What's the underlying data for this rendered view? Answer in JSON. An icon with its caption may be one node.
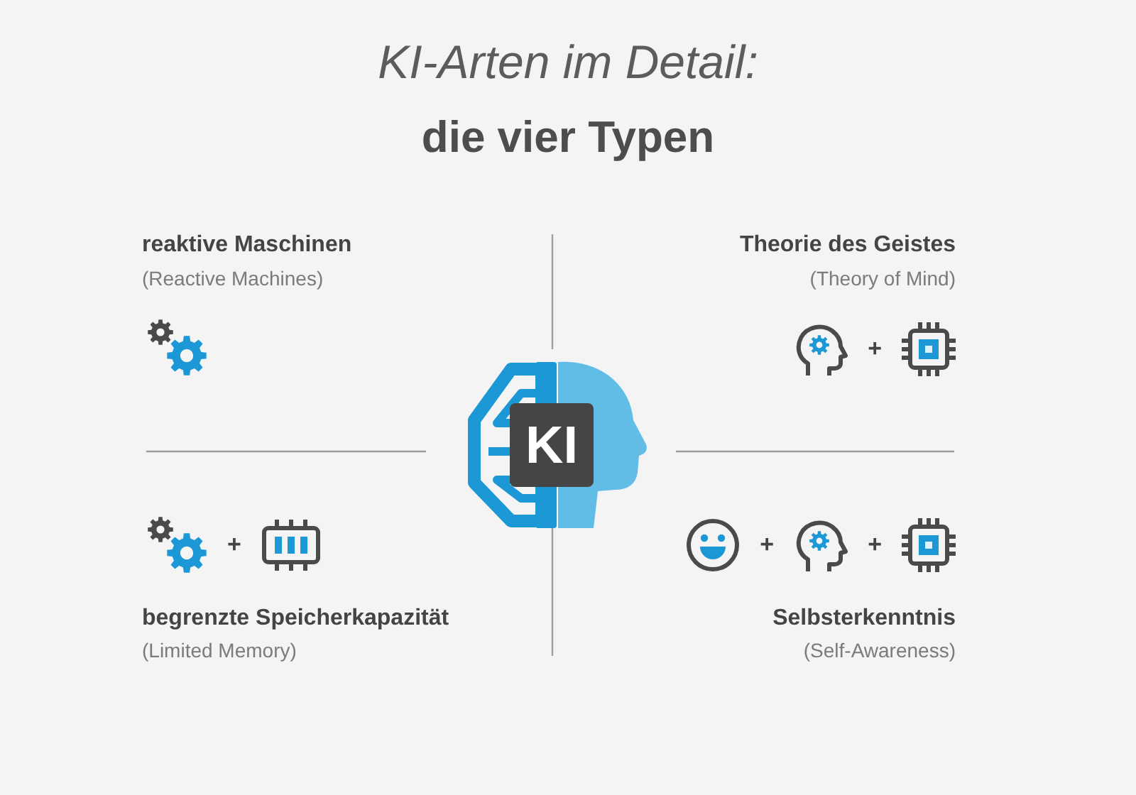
{
  "diagram": {
    "title": "*KI-Arten im Detail:* **die vier Typen**",
    "nodes": [
      {
        "text": [
          "KI"
        ]
      }
    ],
    "labels": [
      "reaktive Maschinen",
      "(Reactive Machines)",
      "Theorie des Geistes",
      "(Theory of Mind)",
      "+",
      "+",
      "+",
      "+",
      "begrenzte Speicherkapazität",
      "(Limited Memory)",
      "Selbsterkenntnis",
      "(Self-Awareness)"
    ]
  }
}
